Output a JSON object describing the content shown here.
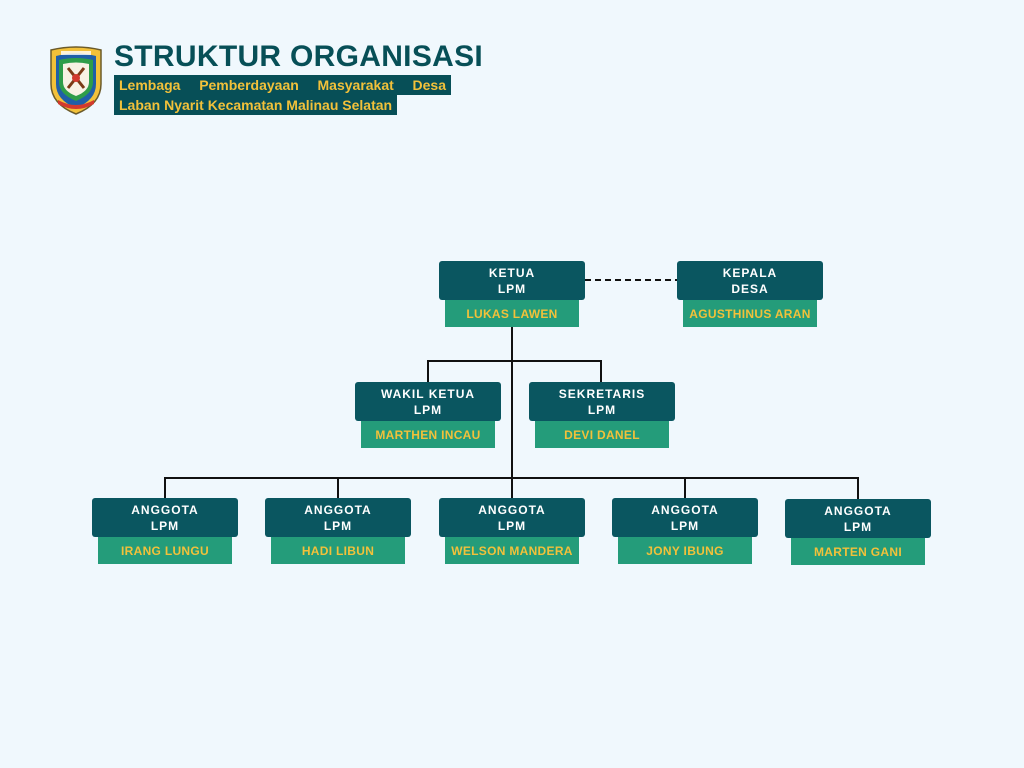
{
  "header": {
    "title": "STRUKTUR ORGANISASI",
    "subtitle_line1_words": [
      "Lembaga",
      "Pemberdayaan",
      "Masyarakat",
      "Desa"
    ],
    "subtitle_line2": "Laban Nyarit Kecamatan Malinau Selatan"
  },
  "colors": {
    "role_box": "#0a5660",
    "name_box": "#249c7a",
    "name_text": "#f2c13a",
    "title_text": "#074f57",
    "background": "#f0f8fd"
  },
  "logo": {
    "icon": "regency-emblem-icon"
  },
  "org": {
    "ketua": {
      "role_line1": "KETUA",
      "role_line2": "LPM",
      "name": "LUKAS LAWEN"
    },
    "kepala_desa": {
      "role_line1": "KEPALA",
      "role_line2": "DESA",
      "name": "AGUSTHINUS ARAN"
    },
    "wakil_ketua": {
      "role_line1": "WAKIL KETUA",
      "role_line2": "LPM",
      "name": "MARTHEN INCAU"
    },
    "sekretaris": {
      "role_line1": "SEKRETARIS",
      "role_line2": "LPM",
      "name": "DEVI DANEL"
    },
    "anggota": [
      {
        "role_line1": "ANGGOTA",
        "role_line2": "LPM",
        "name": "IRANG LUNGU"
      },
      {
        "role_line1": "ANGGOTA",
        "role_line2": "LPM",
        "name": "HADI LIBUN"
      },
      {
        "role_line1": "ANGGOTA",
        "role_line2": "LPM",
        "name": "WELSON MANDERA"
      },
      {
        "role_line1": "ANGGOTA",
        "role_line2": "LPM",
        "name": "JONY IBUNG"
      },
      {
        "role_line1": "ANGGOTA",
        "role_line2": "LPM",
        "name": "MARTEN GANI"
      }
    ]
  }
}
